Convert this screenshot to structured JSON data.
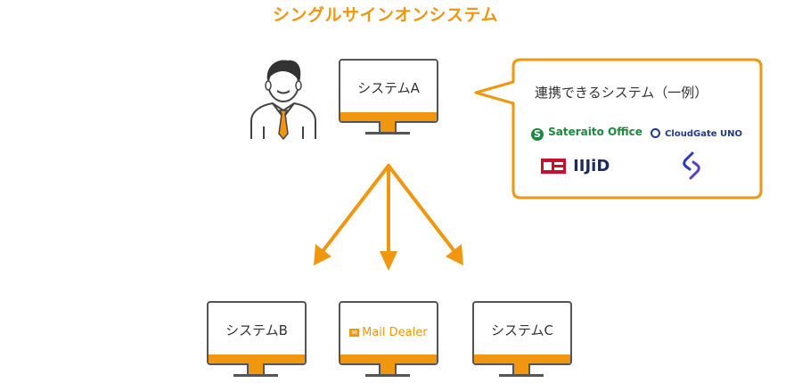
{
  "title": "シングルサインオンシステム",
  "system_a": {
    "label": "システムA"
  },
  "system_b": {
    "label": "システムB"
  },
  "system_c": {
    "label": "システムC"
  },
  "mail_dealer": {
    "label": "Mail Dealer"
  },
  "bubble": {
    "heading": "連携できるシステム（一例）",
    "logos": {
      "sateraito": "Sateraito Office",
      "cloudgate": "CloudGate UNO",
      "iijid": "IIJiD"
    }
  },
  "colors": {
    "accent": "#f0960f",
    "outline": "#555555"
  }
}
